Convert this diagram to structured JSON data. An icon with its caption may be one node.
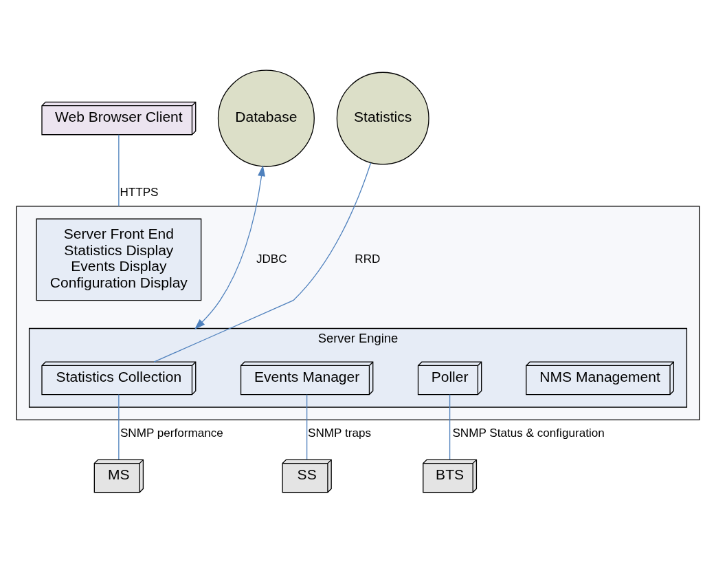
{
  "diagram": {
    "nodes": [
      {
        "text": [
          "Web Browser Client"
        ]
      },
      {
        "text": [],
        "shape": "box"
      },
      {
        "text": [
          "Server Front End",
          "Statistics Display",
          "Events Display",
          "Configuration Display"
        ],
        "in": 1
      },
      {
        "text": [
          "Server Engine"
        ],
        "in": 1
      },
      {
        "text": [
          "Statistics Collection"
        ],
        "in": 3
      },
      {
        "text": [
          "Events Manager"
        ],
        "in": 3
      },
      {
        "text": [
          "Poller"
        ],
        "in": 3
      },
      {
        "text": [
          "NMS Management"
        ],
        "in": 3
      },
      {
        "text": [
          "Database"
        ]
      },
      {
        "text": [
          "Statistics"
        ]
      },
      {
        "text": [
          "BTS"
        ]
      },
      {
        "text": [
          "SS"
        ]
      },
      {
        "text": [
          "MS"
        ]
      }
    ],
    "edges": [
      {
        "from": 0,
        "to": 1,
        "arrow": "none",
        "label": "HTTPS"
      },
      {
        "from": 3,
        "to": 8,
        "arrow": "both",
        "label": "JDBC"
      },
      {
        "from": 9,
        "to": 4,
        "arrow": "none",
        "label": "RRD"
      },
      {
        "from": 4,
        "to": 12,
        "arrow": "none",
        "label": "SNMP performance"
      },
      {
        "from": 5,
        "to": 11,
        "arrow": "none",
        "label": "SNMP traps"
      },
      {
        "from": 6,
        "to": 10,
        "arrow": "none",
        "label": "SNMP Status & configuration"
      }
    ]
  }
}
